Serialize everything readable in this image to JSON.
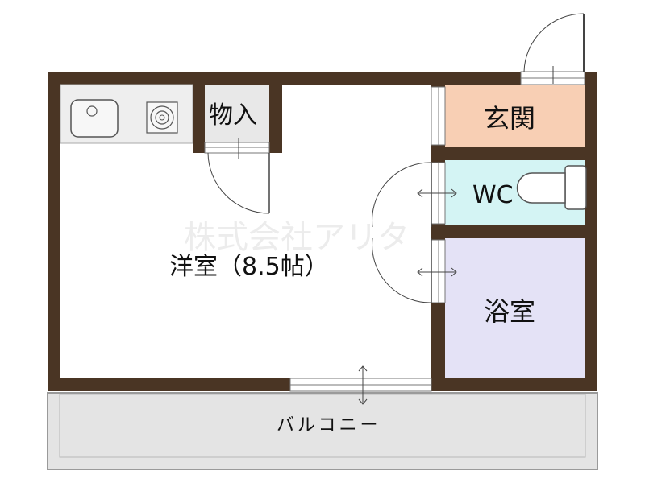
{
  "rooms": {
    "western_room": "洋室（8.5帖）",
    "storage": "物入",
    "entrance": "玄関",
    "wc": "WC",
    "bathroom": "浴室",
    "balcony": "バルコニー"
  },
  "watermark": "株式会社アリタ",
  "colors": {
    "wall": "#4a3524",
    "entrance_fill": "#f8cfb4",
    "wc_fill": "#d4f4f4",
    "bath_fill": "#e4e2f6",
    "balcony_fill": "#e4e4e4",
    "kitchen_fill": "#eeeeee",
    "storage_fill": "#e8e8e8"
  }
}
